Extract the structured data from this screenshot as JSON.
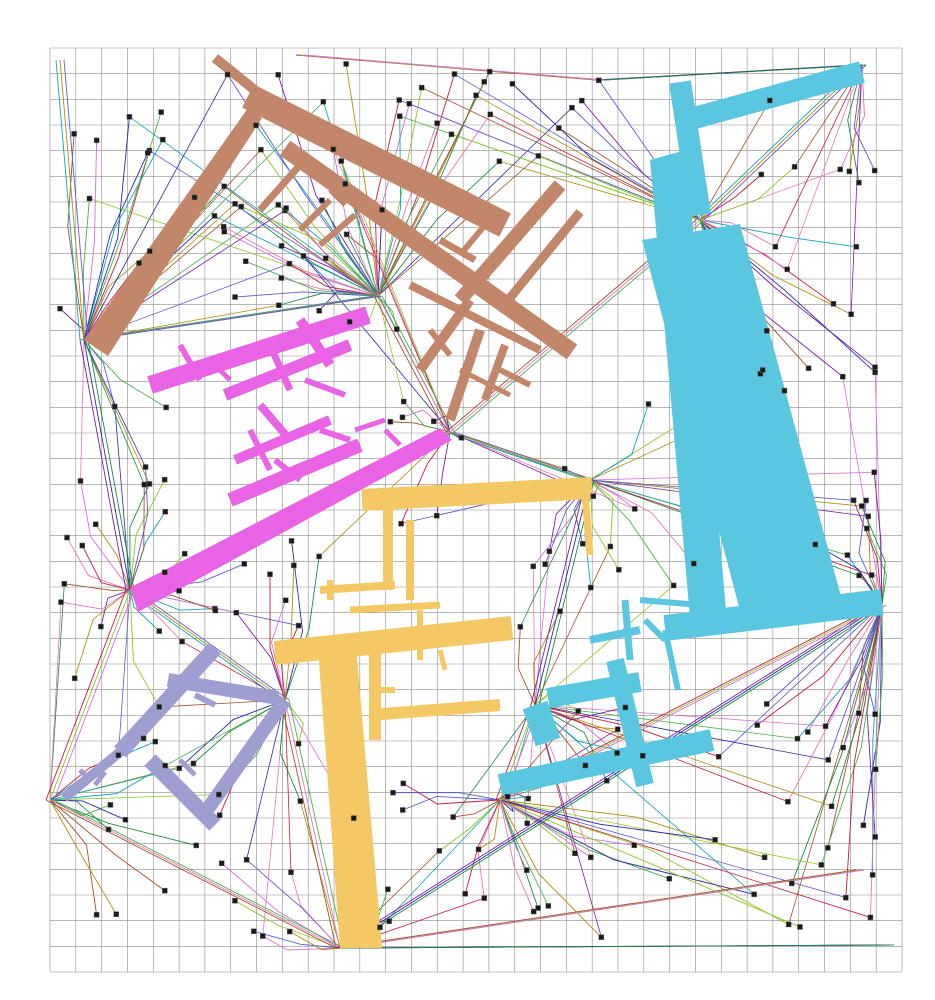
{
  "colors": {
    "background": "#ffffff",
    "grid_line": "#8c8c8c",
    "terminal_fill": "#1a1a1a",
    "trees": {
      "brown": "#c2876a",
      "magenta": "#e964e4",
      "gold": "#f4c865",
      "cyan": "#5bc6df",
      "lavender": "#9e9ed0"
    },
    "wire_palette": [
      "#7a1fa2",
      "#2a2aa8",
      "#1e8c3c",
      "#c41e3a",
      "#8ac926",
      "#d46fd6",
      "#17a2b8",
      "#b08c10",
      "#5b5bd6",
      "#a0522d",
      "#e07bb5",
      "#4caf50"
    ]
  },
  "grid": {
    "columns": 33,
    "rows": 36,
    "visible": true
  },
  "terminal_icon": "black-square-pin-marker"
}
